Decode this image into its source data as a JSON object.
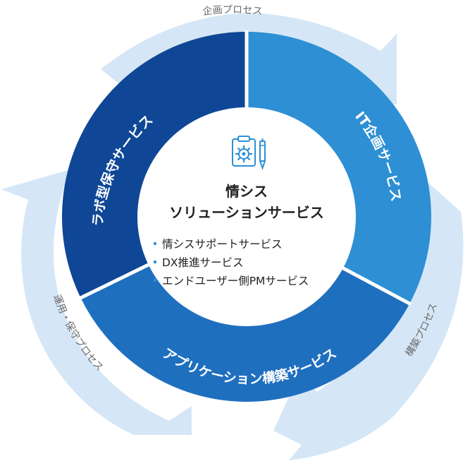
{
  "diagram": {
    "center": {
      "title_line1": "情シス",
      "title_line2": "ソリューションサービス",
      "bullets": [
        "情シスサポートサービス",
        "DX推進サービス",
        "エンドユーザー側PMサービス"
      ]
    },
    "segments": {
      "top_right": {
        "label": "IT企画サービス",
        "color": "#2e8fd4"
      },
      "bottom": {
        "label": "アプリケーション構築サービス",
        "color": "#1f6fbf"
      },
      "left": {
        "label": "ラボ型保守サービス",
        "color": "#0f4796"
      }
    },
    "process": {
      "top": "企画プロセス",
      "right": "構築プロセス",
      "left": "運用・保守プロセス"
    },
    "colors": {
      "arrow": "#d5e7f6",
      "divider": "#ffffff",
      "accent": "#2d8fd5"
    }
  }
}
